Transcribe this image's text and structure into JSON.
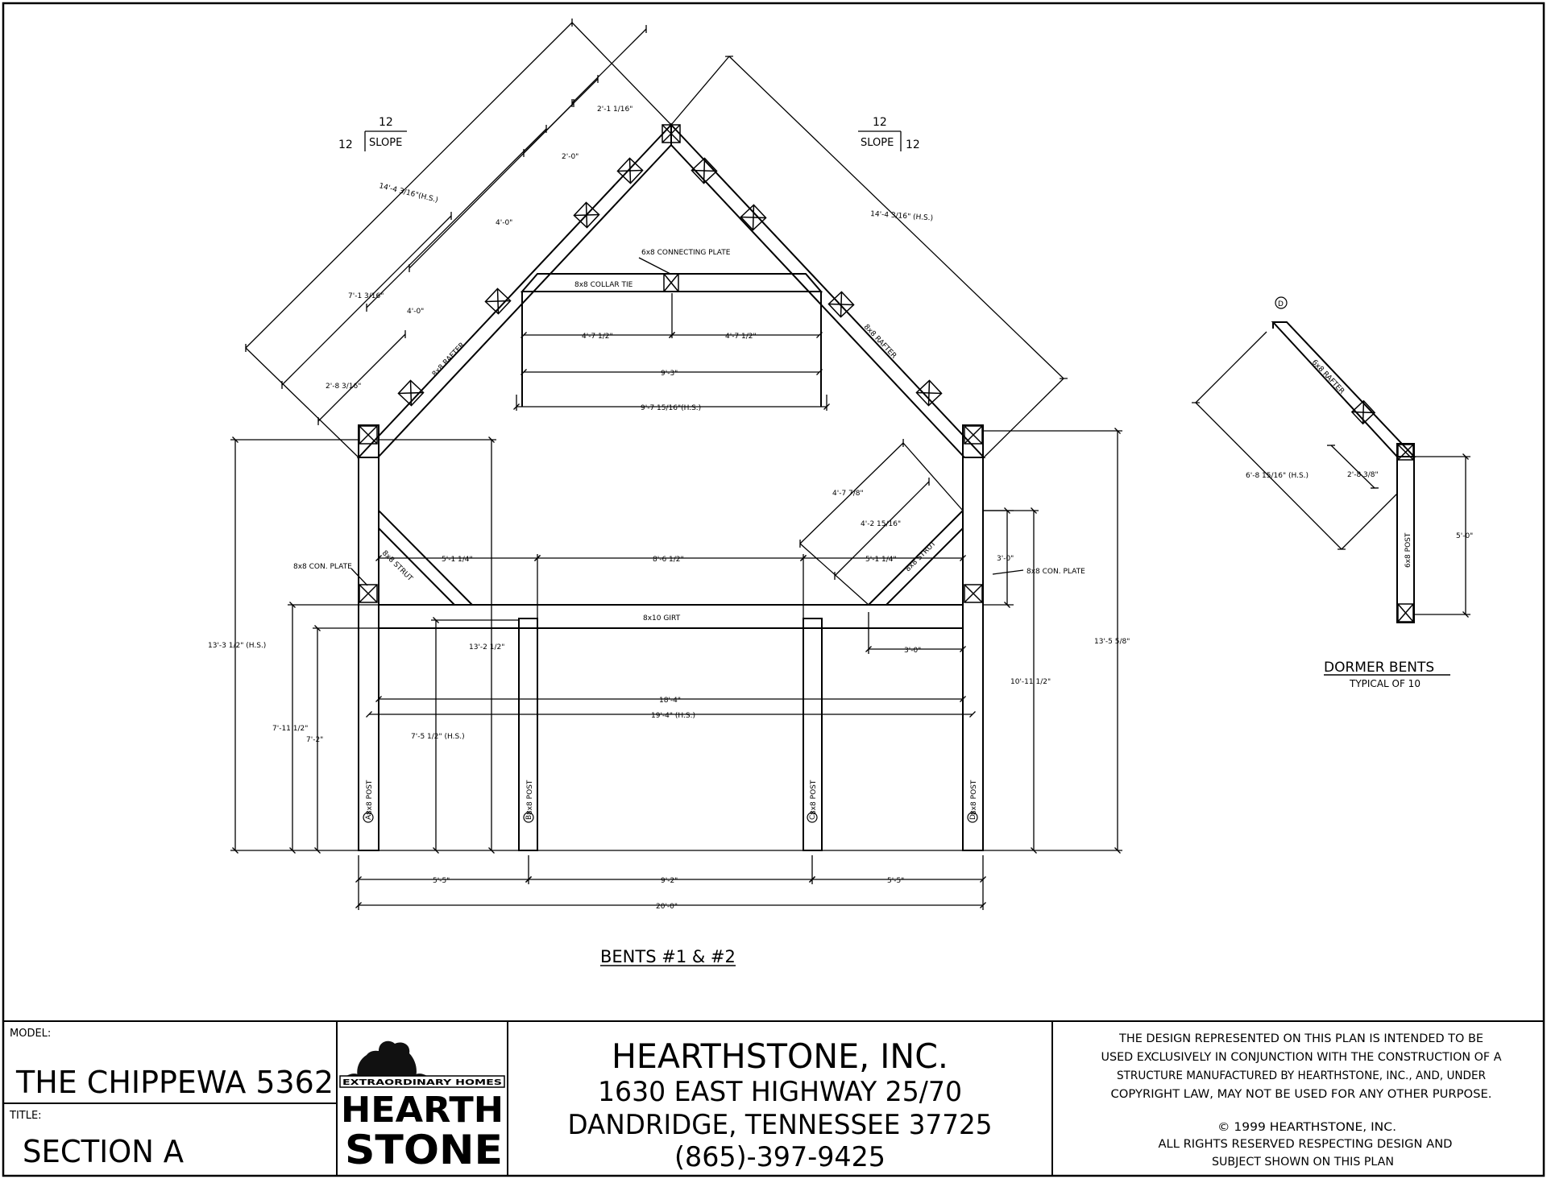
{
  "drawing": {
    "slope_left": {
      "rise": "12",
      "run": "12",
      "word": "SLOPE"
    },
    "slope_right": {
      "rise": "12",
      "run": "12",
      "word": "SLOPE"
    },
    "dims": {
      "rafter_len_left": "14'-4 3/16\"(H.S.)",
      "rafter_len_right": "14'-4 3/16\" (H.S.)",
      "d_2_1_1_16": "2'-1 1/16\"",
      "d_2_0": "2'-0\"",
      "d_4_0_a": "4'-0\"",
      "d_4_0_b": "4'-0\"",
      "d_7_1_3_16": "7'-1 3/16\"",
      "d_2_8_3_16": "2'-8 3/16\"",
      "d_4_7_half_l": "4'-7 1/2\"",
      "d_4_7_half_r": "4'-7 1/2\"",
      "d_9_3": "9'-3\"",
      "d_9_7_15_16": "9'-7 15/16\"(H.S.)",
      "d_4_7_7_8": "4'-7 7/8\"",
      "d_4_2_15_16": "4'-2 15/16\"",
      "d_5_1_quarter_l": "5'-1 1/4\"",
      "d_5_1_quarter_r": "5'-1 1/4\"",
      "d_8_6_half": "8'-6 1/2\"",
      "d_3_0_v": "3'-0\"",
      "d_3_0_h": "3'-0\"",
      "d_13_3_half": "13'-3 1/2\" (H.S.)",
      "d_13_2_half": "13'-2 1/2\"",
      "d_13_5_5_8": "13'-5 5/8\"",
      "d_10_11_half": "10'-11 1/2\"",
      "d_7_11_half": "7'-11 1/2\"",
      "d_7_2": "7'-2\"",
      "d_7_5_half": "7'-5 1/2\" (H.S.)",
      "d_18_4": "18'-4\"",
      "d_19_4": "19'-4\" (H.S.)",
      "d_5_5_l": "5'-5\"",
      "d_9_2": "9'-2\"",
      "d_5_5_r": "5'-5\"",
      "d_20_0": "20'-0\""
    },
    "members": {
      "connecting_plate": "6x8 CONNECTING PLATE",
      "collar_tie": "8x8 COLLAR TIE",
      "rafter_left": "8x8 RAFTER",
      "rafter_right": "8x8 RAFTER",
      "strut_left": "8x8 STRUT",
      "strut_right": "8x8 STRUT",
      "con_plate_left": "8x8 CON. PLATE",
      "con_plate_right": "8x8 CON. PLATE",
      "girt": "8x10 GIRT",
      "post_a": "8x8 POST",
      "post_b": "8x8 POST",
      "post_c": "8x8 POST",
      "post_d": "8x8 POST"
    },
    "grid": {
      "a": "A",
      "b": "B",
      "c": "C",
      "d": "D"
    },
    "main_title": "BENTS #1 & #2",
    "dormer": {
      "marker": "D",
      "rafter": "6x8 RAFTER",
      "post": "6x8 POST",
      "d_len": "6'-8 15/16\" (H.S.)",
      "d_short": "2'-8 3/8\"",
      "d_height": "5'-0\"",
      "title": "DORMER BENTS",
      "subtitle": "TYPICAL OF 10"
    }
  },
  "title_block": {
    "model_label": "MODEL:",
    "model_value": "THE CHIPPEWA 5362",
    "title_label": "TITLE:",
    "title_value": "SECTION A",
    "logo": {
      "tagline": "EXTRAORDINARY HOMES",
      "word1": "HEARTH",
      "word2": "STONE"
    },
    "company": {
      "name": "HEARTHSTONE, INC.",
      "address1": "1630 EAST HIGHWAY 25/70",
      "address2": "DANDRIDGE, TENNESSEE  37725",
      "phone": "(865)-397-9425"
    },
    "notice": {
      "line1": "THE DESIGN REPRESENTED ON THIS PLAN IS INTENDED TO BE",
      "line2": "USED EXCLUSIVELY IN CONJUNCTION WITH THE CONSTRUCTION OF A",
      "line3": "STRUCTURE MANUFACTURED BY HEARTHSTONE, INC., AND, UNDER",
      "line4": "COPYRIGHT LAW, MAY NOT BE USED FOR ANY OTHER PURPOSE.",
      "copyright": "© 1999 HEARTHSTONE, INC.",
      "line5": "ALL RIGHTS RESERVED RESPECTING DESIGN AND",
      "line6": "SUBJECT SHOWN ON THIS PLAN"
    }
  }
}
